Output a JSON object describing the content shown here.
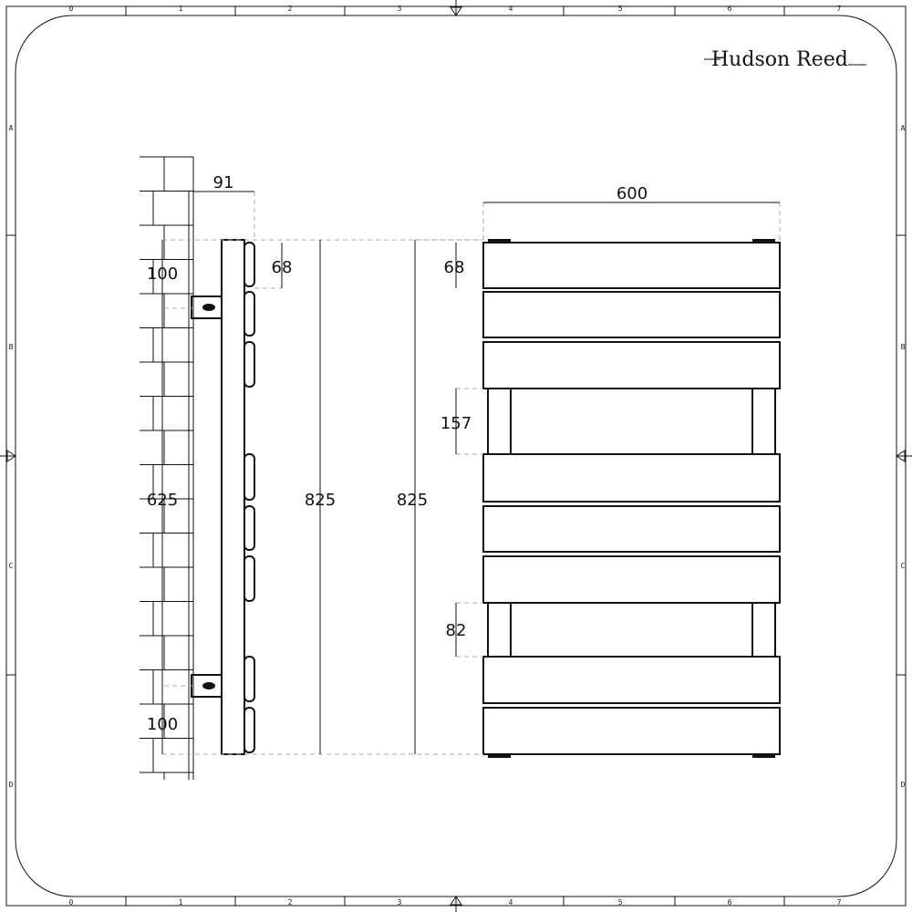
{
  "logo": {
    "text": "Hudson Reed"
  },
  "ruler": {
    "columns": [
      "0",
      "1",
      "2",
      "3",
      "4",
      "5",
      "6",
      "7"
    ],
    "rows": [
      "A",
      "B",
      "C",
      "D"
    ]
  },
  "dimensions": {
    "side_depth": "91",
    "side_panel": "68",
    "side_top_bracket": "100",
    "side_bracket_spacing": "625",
    "side_bottom_bracket": "100",
    "side_height": "825",
    "front_height": "825",
    "front_width": "600",
    "front_panel": "68",
    "front_gap_upper": "157",
    "front_gap_lower": "82"
  }
}
